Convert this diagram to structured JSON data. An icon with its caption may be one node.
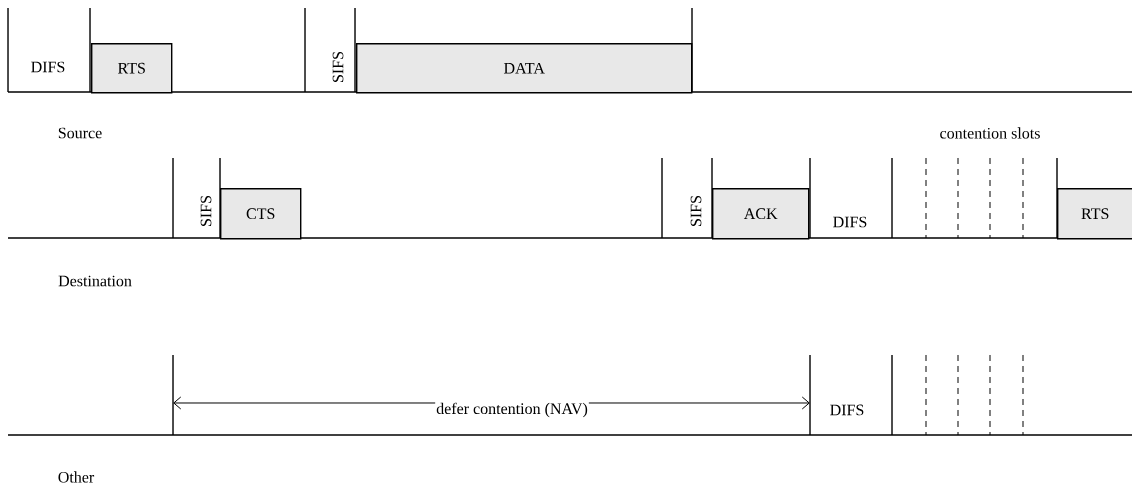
{
  "diagram": {
    "nodes": [
      {
        "text": [
          "RTS"
        ]
      },
      {
        "text": [
          "DATA"
        ]
      },
      {
        "text": [
          "CTS"
        ]
      },
      {
        "text": [
          "ACK"
        ]
      },
      {
        "text": [
          "RTS"
        ]
      }
    ],
    "labels": [
      "DIFS",
      "SIFS",
      "Source",
      "contention slots",
      "SIFS",
      "SIFS",
      "DIFS",
      "Destination",
      "defer contention (NAV)",
      "DIFS",
      "Other"
    ]
  }
}
